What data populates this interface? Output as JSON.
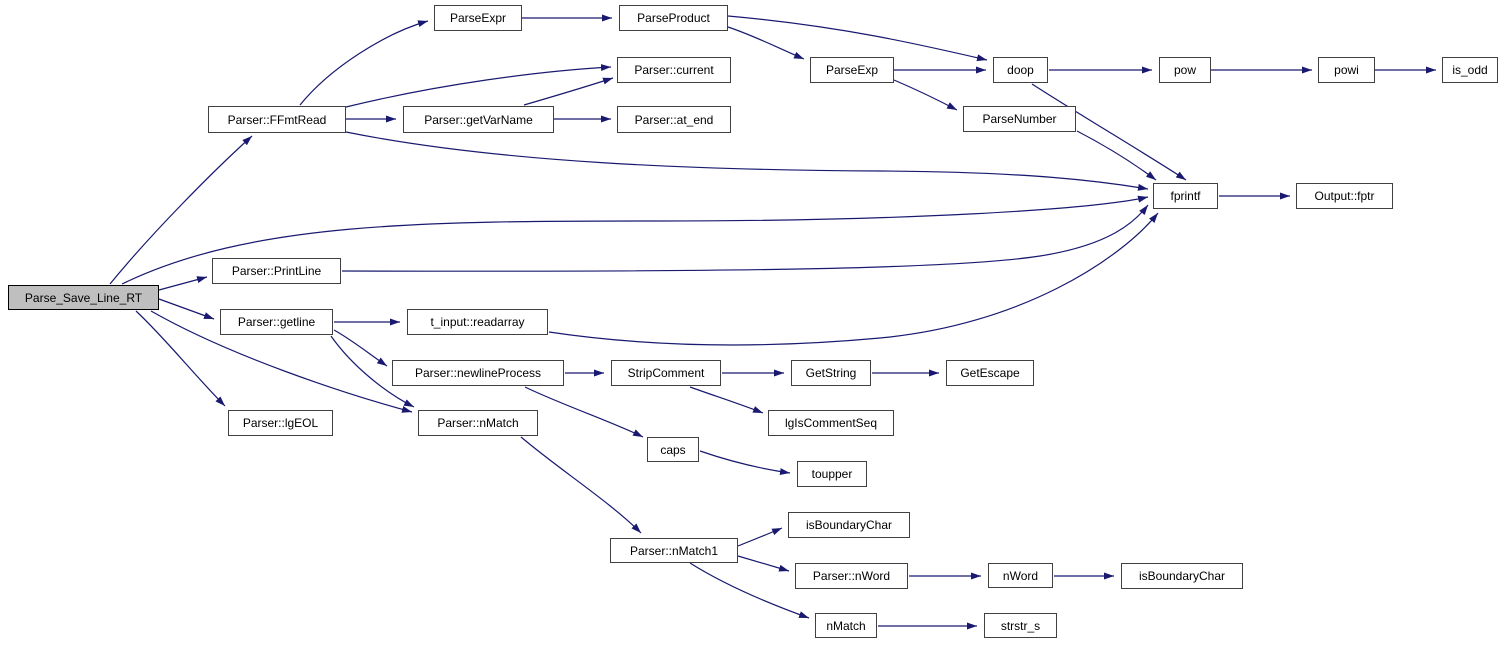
{
  "diagram": {
    "type": "call-graph",
    "root_node": "Parse_Save_Line_RT",
    "colors": {
      "edge": "#191970",
      "node_background": "#ffffff",
      "node_border": "#404040",
      "root_background": "#bfbfbf",
      "root_border": "#000000",
      "text": "#000000"
    },
    "nodes": {
      "parse_save_line_rt": {
        "label": "Parse_Save_Line_RT"
      },
      "parser_ffmtread": {
        "label": "Parser::FFmtRead"
      },
      "parse_expr": {
        "label": "ParseExpr"
      },
      "parse_product": {
        "label": "ParseProduct"
      },
      "parser_current": {
        "label": "Parser::current"
      },
      "parser_getvarname": {
        "label": "Parser::getVarName"
      },
      "parser_at_end": {
        "label": "Parser::at_end"
      },
      "parse_exp": {
        "label": "ParseExp"
      },
      "doop": {
        "label": "doop"
      },
      "pow": {
        "label": "pow"
      },
      "powi": {
        "label": "powi"
      },
      "is_odd": {
        "label": "is_odd"
      },
      "parse_number": {
        "label": "ParseNumber"
      },
      "fprintf": {
        "label": "fprintf"
      },
      "output_fptr": {
        "label": "Output::fptr"
      },
      "parser_printline": {
        "label": "Parser::PrintLine"
      },
      "parser_getline": {
        "label": "Parser::getline"
      },
      "t_input_readarray": {
        "label": "t_input::readarray"
      },
      "parser_newlineprocess": {
        "label": "Parser::newlineProcess"
      },
      "stripcomment": {
        "label": "StripComment"
      },
      "getstring": {
        "label": "GetString"
      },
      "getescape": {
        "label": "GetEscape"
      },
      "parser_lgeol": {
        "label": "Parser::lgEOL"
      },
      "parser_nmatch": {
        "label": "Parser::nMatch"
      },
      "lgiscommentseq": {
        "label": "lgIsCommentSeq"
      },
      "caps": {
        "label": "caps"
      },
      "toupper": {
        "label": "toupper"
      },
      "isboundarychar_1": {
        "label": "isBoundaryChar"
      },
      "parser_nmatch1": {
        "label": "Parser::nMatch1"
      },
      "parser_nword": {
        "label": "Parser::nWord"
      },
      "nword": {
        "label": "nWord"
      },
      "isboundarychar_2": {
        "label": "isBoundaryChar"
      },
      "nmatch": {
        "label": "nMatch"
      },
      "strstr_s": {
        "label": "strstr_s"
      }
    },
    "edges": [
      {
        "from": "Parse_Save_Line_RT",
        "to": "Parser::FFmtRead"
      },
      {
        "from": "Parse_Save_Line_RT",
        "to": "fprintf"
      },
      {
        "from": "Parse_Save_Line_RT",
        "to": "Parser::PrintLine"
      },
      {
        "from": "Parse_Save_Line_RT",
        "to": "Parser::getline"
      },
      {
        "from": "Parse_Save_Line_RT",
        "to": "Parser::lgEOL"
      },
      {
        "from": "Parse_Save_Line_RT",
        "to": "Parser::nMatch"
      },
      {
        "from": "Parser::FFmtRead",
        "to": "ParseExpr"
      },
      {
        "from": "Parser::FFmtRead",
        "to": "Parser::current"
      },
      {
        "from": "Parser::FFmtRead",
        "to": "Parser::getVarName"
      },
      {
        "from": "Parser::FFmtRead",
        "to": "fprintf"
      },
      {
        "from": "ParseExpr",
        "to": "ParseProduct"
      },
      {
        "from": "ParseProduct",
        "to": "ParseExp"
      },
      {
        "from": "ParseProduct",
        "to": "doop"
      },
      {
        "from": "Parser::getVarName",
        "to": "Parser::current"
      },
      {
        "from": "Parser::getVarName",
        "to": "Parser::at_end"
      },
      {
        "from": "ParseExp",
        "to": "doop"
      },
      {
        "from": "ParseExp",
        "to": "ParseNumber"
      },
      {
        "from": "doop",
        "to": "pow"
      },
      {
        "from": "doop",
        "to": "fprintf"
      },
      {
        "from": "pow",
        "to": "powi"
      },
      {
        "from": "powi",
        "to": "is_odd"
      },
      {
        "from": "ParseNumber",
        "to": "fprintf"
      },
      {
        "from": "fprintf",
        "to": "Output::fptr"
      },
      {
        "from": "Parser::PrintLine",
        "to": "fprintf"
      },
      {
        "from": "Parser::getline",
        "to": "t_input::readarray"
      },
      {
        "from": "Parser::getline",
        "to": "Parser::newlineProcess"
      },
      {
        "from": "Parser::getline",
        "to": "Parser::nMatch"
      },
      {
        "from": "t_input::readarray",
        "to": "fprintf"
      },
      {
        "from": "Parser::newlineProcess",
        "to": "StripComment"
      },
      {
        "from": "Parser::newlineProcess",
        "to": "caps"
      },
      {
        "from": "StripComment",
        "to": "GetString"
      },
      {
        "from": "StripComment",
        "to": "lgIsCommentSeq"
      },
      {
        "from": "GetString",
        "to": "GetEscape"
      },
      {
        "from": "caps",
        "to": "toupper"
      },
      {
        "from": "Parser::nMatch",
        "to": "Parser::nMatch1"
      },
      {
        "from": "Parser::nMatch1",
        "to": "isBoundaryChar"
      },
      {
        "from": "Parser::nMatch1",
        "to": "Parser::nWord"
      },
      {
        "from": "Parser::nMatch1",
        "to": "nMatch"
      },
      {
        "from": "Parser::nWord",
        "to": "nWord"
      },
      {
        "from": "nWord",
        "to": "isBoundaryChar"
      },
      {
        "from": "nMatch",
        "to": "strstr_s"
      }
    ]
  }
}
